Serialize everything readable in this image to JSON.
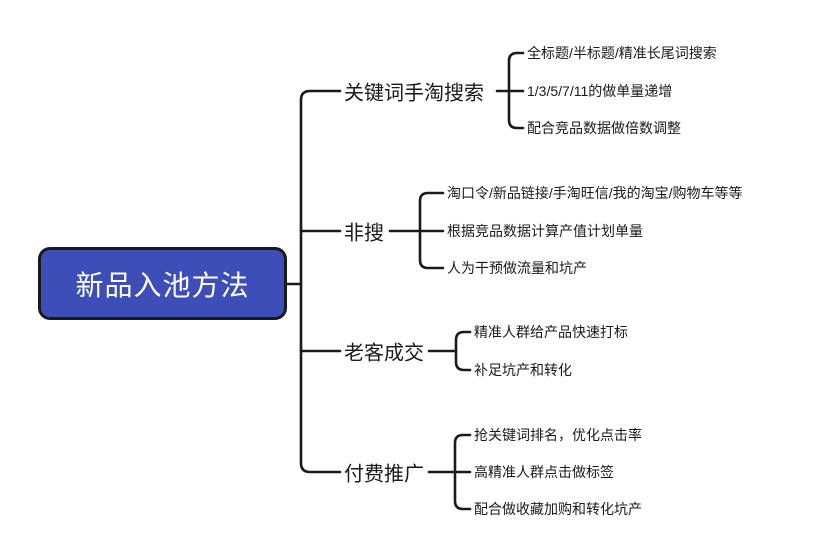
{
  "diagram_type": "mindmap",
  "root": {
    "label": "新品入池方法"
  },
  "branches": [
    {
      "label": "关键词手淘搜索",
      "children": [
        "全标题/半标题/精准长尾词搜索",
        "1/3/5/7/11的做单量递增",
        "配合竞品数据做倍数调整"
      ]
    },
    {
      "label": "非搜",
      "children": [
        "淘口令/新品链接/手淘旺信/我的淘宝/购物车等等",
        "根据竞品数据计算产值计划单量",
        "人为干预做流量和坑产"
      ]
    },
    {
      "label": "老客成交",
      "children": [
        "精准人群给产品快速打标",
        "补足坑产和转化"
      ]
    },
    {
      "label": "付费推广",
      "children": [
        "抢关键词排名，优化点击率",
        "高精准人群点击做标签",
        "配合做收藏加购和转化坑产"
      ]
    }
  ],
  "colors": {
    "root_bg": "#3d4eb8",
    "root_text": "#ffffff",
    "line": "#1a1a1a",
    "text": "#1a1a1a"
  }
}
